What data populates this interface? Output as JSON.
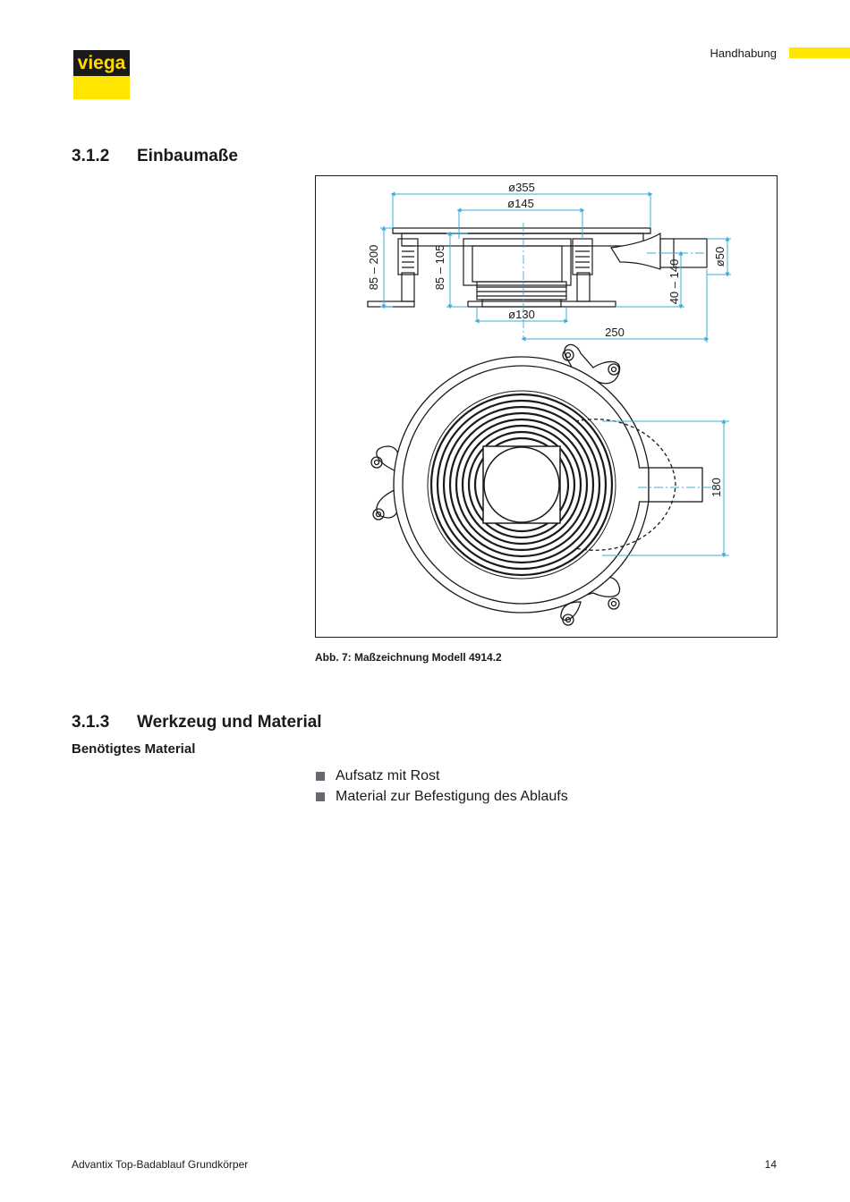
{
  "header": {
    "logo_text": "viega",
    "section_label": "Handhabung"
  },
  "section_312": {
    "number": "3.1.2",
    "title": "Einbaumaße"
  },
  "figure": {
    "dimensions": {
      "d355": "ø355",
      "d145": "ø145",
      "d130": "ø130",
      "d50": "ø50",
      "h85_200": "85 – 200",
      "h85_105": "85 – 105",
      "h40_140": "40 – 140",
      "l250": "250",
      "w180": "180"
    },
    "caption": "Abb. 7: Maßzeichnung Modell 4914.2"
  },
  "section_313": {
    "number": "3.1.3",
    "title": "Werkzeug und Material",
    "subheading": "Benötigtes Material",
    "items": [
      "Aufsatz mit Rost",
      "Material zur Befestigung des Ablaufs"
    ]
  },
  "footer": {
    "document_title": "Advantix Top-Badablauf Grundkörper",
    "page_number": "14"
  },
  "colors": {
    "brand_yellow": "#ffe500",
    "dimension_cyan": "#3aaed8",
    "text": "#1a1a1a"
  }
}
